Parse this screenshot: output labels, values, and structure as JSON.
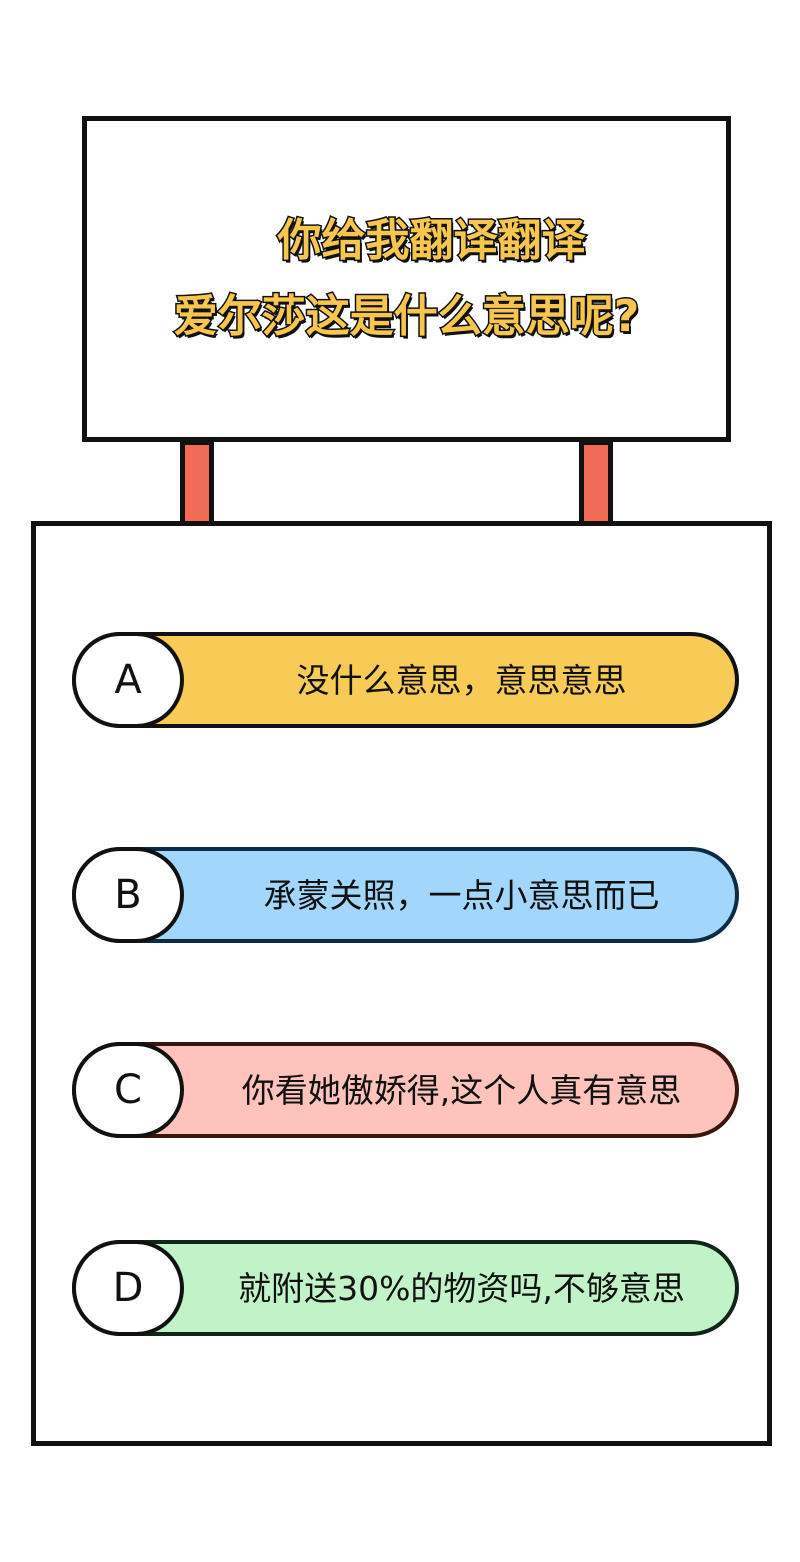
{
  "sign": {
    "line1": "你给我翻译翻译",
    "line2": "爱尔莎这是什么意思呢?"
  },
  "options": [
    {
      "letter": "A",
      "text": "没什么意思，意思意思",
      "color": "#f7cb55"
    },
    {
      "letter": "B",
      "text": "承蒙关照，一点小意思而已",
      "color": "#a2d6fb"
    },
    {
      "letter": "C",
      "text": "你看她傲娇得,这个人真有意思",
      "color": "#fdc3bc"
    },
    {
      "letter": "D",
      "text": "就附送30%的物资吗,不够意思",
      "color": "#c2f3c8"
    }
  ],
  "colors": {
    "title_fill": "#f6c64f",
    "outline": "#111111",
    "post": "#f16b57"
  }
}
